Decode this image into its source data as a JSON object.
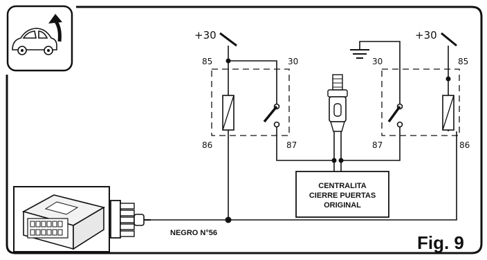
{
  "supply": {
    "left": "+30",
    "right": "+30"
  },
  "relay_left": {
    "pin_85": "85",
    "pin_30": "30",
    "pin_86": "86",
    "pin_87": "87"
  },
  "relay_right": {
    "pin_30": "30",
    "pin_85": "85",
    "pin_87": "87",
    "pin_86": "86"
  },
  "central_unit": {
    "line1": "CENTRALITA",
    "line2": "CIERRE PUERTAS",
    "line3": "ORIGINAL"
  },
  "wire_label": "NEGRO N°56",
  "figure_label": "Fig. 9",
  "icons": [
    "car-icon",
    "curved-arrow-icon",
    "control-module-icon",
    "connector-icon",
    "ground-icon",
    "switch-icon",
    "coil-icon",
    "diode-icon"
  ]
}
